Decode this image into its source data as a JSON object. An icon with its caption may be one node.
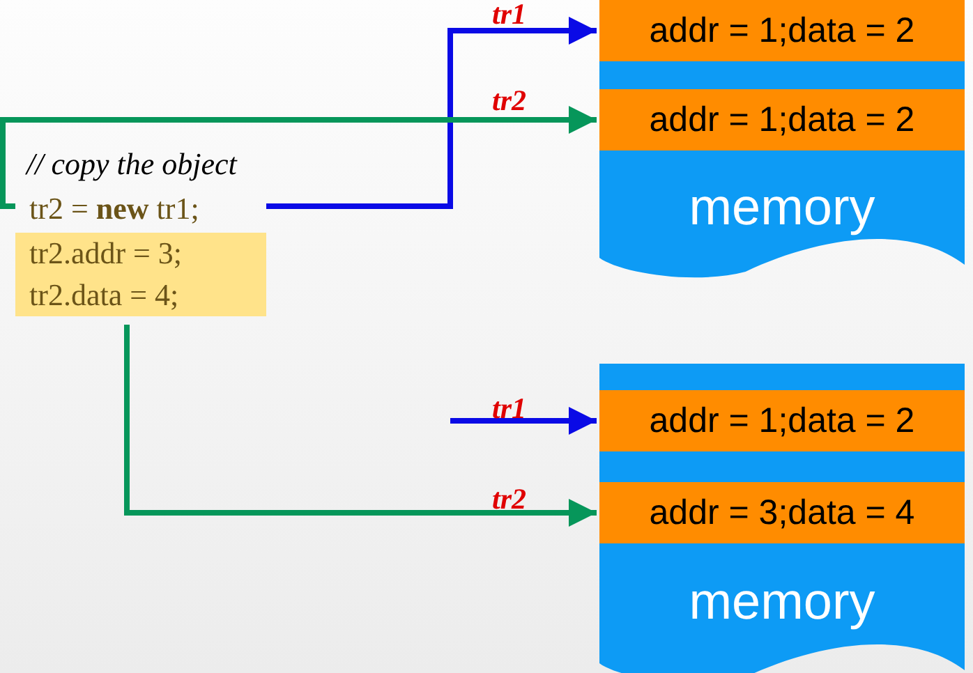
{
  "diagram": {
    "nodes": [
      {
        "text": [
          "memory"
        ]
      },
      {
        "text": [
          "addr = 1;data = 2"
        ],
        "in": 0
      },
      {
        "text": [
          "addr = 1;data = 2"
        ],
        "in": 0
      },
      {
        "text": [
          "// copy the object",
          "tr2 = **new** tr1;",
          "tr2.addr = 3;",
          "tr2.data = 4;"
        ]
      },
      {
        "text": [
          "memory"
        ]
      },
      {
        "text": [
          "addr = 1;data = 2"
        ],
        "in": 4
      },
      {
        "text": [
          "addr = 3;data = 4"
        ],
        "in": 4
      }
    ],
    "edges": [
      {
        "from": 3,
        "to": 1,
        "arrow": "to",
        "label": "tr1",
        "color": "#0a0ae6"
      },
      {
        "from": 3,
        "to": 2,
        "arrow": "to",
        "label": "tr2",
        "color": "#06965a"
      },
      {
        "from": null,
        "to": 5,
        "arrow": "to",
        "label": "tr1",
        "color": "#0a0ae6"
      },
      {
        "from": 3,
        "to": 6,
        "arrow": "to",
        "label": "tr2",
        "color": "#06965a"
      }
    ]
  }
}
